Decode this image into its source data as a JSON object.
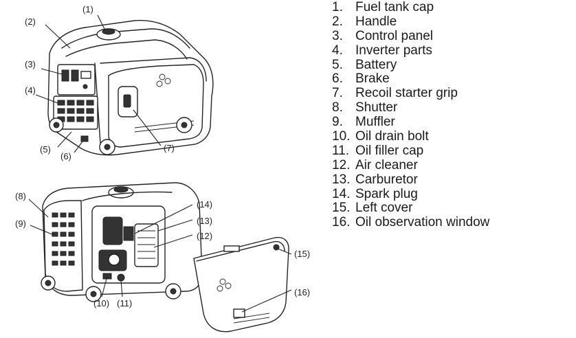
{
  "callouts": [
    {
      "num": "1"
    },
    {
      "num": "2"
    },
    {
      "num": "3"
    },
    {
      "num": "4"
    },
    {
      "num": "5"
    },
    {
      "num": "6"
    },
    {
      "num": "7"
    },
    {
      "num": "8"
    },
    {
      "num": "9"
    },
    {
      "num": "10"
    },
    {
      "num": "11"
    },
    {
      "num": "12"
    },
    {
      "num": "13"
    },
    {
      "num": "14"
    },
    {
      "num": "15"
    },
    {
      "num": "16"
    }
  ],
  "legend": [
    {
      "num": "1.",
      "label": "Fuel tank cap"
    },
    {
      "num": "2.",
      "label": "Handle"
    },
    {
      "num": "3.",
      "label": "Control panel"
    },
    {
      "num": "4.",
      "label": "Inverter parts"
    },
    {
      "num": "5.",
      "label": "Battery"
    },
    {
      "num": "6.",
      "label": "Brake"
    },
    {
      "num": "7.",
      "label": "Recoil starter grip"
    },
    {
      "num": "8.",
      "label": "Shutter"
    },
    {
      "num": "9.",
      "label": "Muffler"
    },
    {
      "num": "10.",
      "label": "Oil drain bolt"
    },
    {
      "num": "11.",
      "label": "Oil filler cap"
    },
    {
      "num": "12.",
      "label": "Air cleaner"
    },
    {
      "num": "13.",
      "label": "Carburetor"
    },
    {
      "num": "14.",
      "label": "Spark plug"
    },
    {
      "num": "15.",
      "label": "Left cover"
    },
    {
      "num": "16.",
      "label": "Oil observation window"
    }
  ]
}
